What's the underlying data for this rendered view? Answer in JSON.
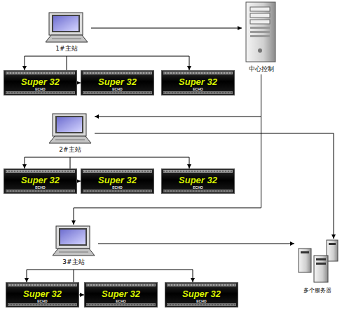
{
  "diagram": {
    "nodes": [
      {
        "text": [
          "1#主站"
        ]
      },
      {
        "text": [
          "中心控制"
        ]
      },
      {
        "text": [
          "Super 32",
          "ECHO"
        ]
      },
      {
        "text": [
          "Super 32",
          "ECHO"
        ]
      },
      {
        "text": [
          "Super 32",
          "ECHO"
        ]
      },
      {
        "text": [
          "2#主站"
        ]
      },
      {
        "text": [
          "Super 32",
          "ECHO"
        ]
      },
      {
        "text": [
          "Super 32",
          "ECHO"
        ]
      },
      {
        "text": [
          "Super 32",
          "ECHO"
        ]
      },
      {
        "text": [
          "3#主站"
        ]
      },
      {
        "text": [
          "Super 32",
          "ECHO"
        ]
      },
      {
        "text": [
          "Super 32",
          "ECHO"
        ]
      },
      {
        "text": [
          "Super 32",
          "ECHO"
        ]
      },
      {
        "text": [
          "多个服务器"
        ]
      }
    ],
    "edges": [
      {
        "from": 0,
        "to": 1,
        "arrow": "to"
      },
      {
        "from": 0,
        "to": 2,
        "arrow": "to"
      },
      {
        "from": 0,
        "to": 3,
        "arrow": "to"
      },
      {
        "from": 0,
        "to": 4,
        "arrow": "to"
      },
      {
        "from": 1,
        "to": 5,
        "arrow": "to"
      },
      {
        "from": 1,
        "to": 9,
        "arrow": "to"
      },
      {
        "from": 5,
        "to": 6,
        "arrow": "to"
      },
      {
        "from": 5,
        "to": 7,
        "arrow": "to"
      },
      {
        "from": 5,
        "to": 8,
        "arrow": "to"
      },
      {
        "from": 9,
        "to": 10,
        "arrow": "to"
      },
      {
        "from": 9,
        "to": 11,
        "arrow": "to"
      },
      {
        "from": 9,
        "to": 12,
        "arrow": "to"
      },
      {
        "from": 5,
        "to": 13,
        "arrow": "to"
      },
      {
        "from": 9,
        "to": 13,
        "arrow": "to"
      }
    ]
  }
}
